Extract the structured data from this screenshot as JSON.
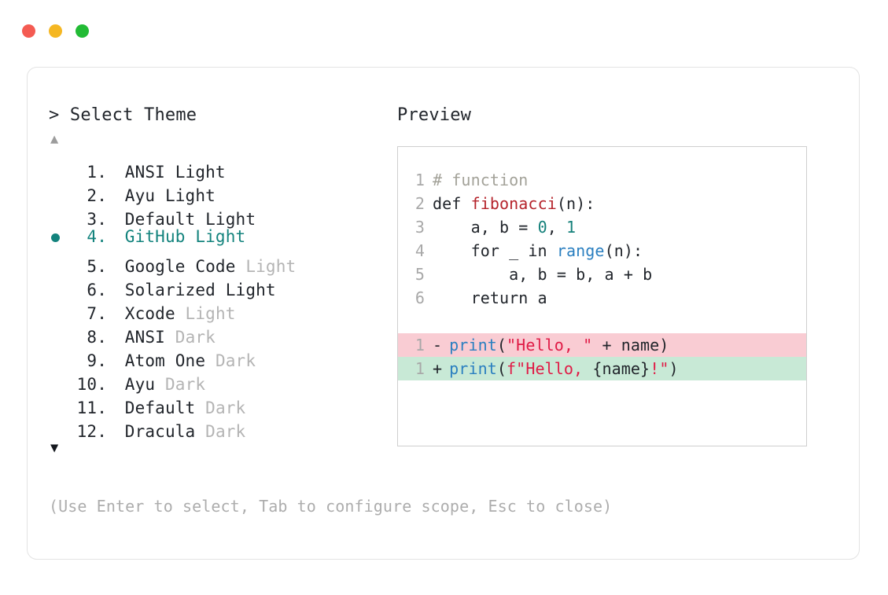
{
  "window": {
    "dots": [
      {
        "name": "close",
        "color": "#f45b52"
      },
      {
        "name": "minimize",
        "color": "#f5b722"
      },
      {
        "name": "maximize",
        "color": "#22bb35"
      }
    ]
  },
  "selector": {
    "prompt": "> Select Theme",
    "scroll_up": "▲",
    "scroll_down": "▼",
    "selected_index": 4,
    "bullet": "●",
    "items": [
      {
        "index": "1.",
        "name": "ANSI Light",
        "variant": "",
        "selected": false
      },
      {
        "index": "2.",
        "name": "Ayu Light",
        "variant": "",
        "selected": false
      },
      {
        "index": "3.",
        "name": "Default Light",
        "variant": "",
        "selected": false
      },
      {
        "index": "4.",
        "name": "GitHub Light",
        "variant": "",
        "selected": true
      },
      {
        "index": "5.",
        "name": "Google Code",
        "variant": " Light",
        "selected": false
      },
      {
        "index": "6.",
        "name": "Solarized Light",
        "variant": "",
        "selected": false
      },
      {
        "index": "7.",
        "name": "Xcode",
        "variant": " Light",
        "selected": false
      },
      {
        "index": "8.",
        "name": "ANSI",
        "variant": " Dark",
        "selected": false
      },
      {
        "index": "9.",
        "name": "Atom One",
        "variant": " Dark",
        "selected": false
      },
      {
        "index": "10.",
        "name": "Ayu",
        "variant": " Dark",
        "selected": false
      },
      {
        "index": "11.",
        "name": "Default",
        "variant": " Dark",
        "selected": false
      },
      {
        "index": "12.",
        "name": "Dracula",
        "variant": " Dark",
        "selected": false
      }
    ]
  },
  "preview": {
    "title": "Preview",
    "code_lines": [
      {
        "no": "1",
        "tokens": [
          {
            "t": "# function",
            "c": "comment"
          }
        ]
      },
      {
        "no": "2",
        "tokens": [
          {
            "t": "def ",
            "c": "kw"
          },
          {
            "t": "fibonacci",
            "c": "fn"
          },
          {
            "t": "(n):",
            "c": "punc"
          }
        ]
      },
      {
        "no": "3",
        "tokens": [
          {
            "t": "    a, b = ",
            "c": "plain"
          },
          {
            "t": "0",
            "c": "num"
          },
          {
            "t": ", ",
            "c": "plain"
          },
          {
            "t": "1",
            "c": "num"
          }
        ]
      },
      {
        "no": "4",
        "tokens": [
          {
            "t": "    for _ in ",
            "c": "plain"
          },
          {
            "t": "range",
            "c": "builtin"
          },
          {
            "t": "(n):",
            "c": "punc"
          }
        ]
      },
      {
        "no": "5",
        "tokens": [
          {
            "t": "        a, b = b, a + b",
            "c": "plain"
          }
        ]
      },
      {
        "no": "6",
        "tokens": [
          {
            "t": "    return a",
            "c": "plain"
          }
        ]
      }
    ],
    "diff_lines": [
      {
        "no": "1",
        "kind": "del",
        "sign": "-",
        "tokens": [
          {
            "t": "print",
            "c": "builtin"
          },
          {
            "t": "(",
            "c": "punc"
          },
          {
            "t": "\"Hello, \"",
            "c": "str"
          },
          {
            "t": " + name)",
            "c": "plain"
          }
        ]
      },
      {
        "no": "1",
        "kind": "add",
        "sign": "+",
        "tokens": [
          {
            "t": "print",
            "c": "builtin"
          },
          {
            "t": "(",
            "c": "punc"
          },
          {
            "t": "f\"Hello, ",
            "c": "str"
          },
          {
            "t": "{name}",
            "c": "plain"
          },
          {
            "t": "!\"",
            "c": "str"
          },
          {
            "t": ")",
            "c": "punc"
          }
        ]
      }
    ]
  },
  "footer": {
    "hint": "(Use Enter to select, Tab to configure scope, Esc to close)"
  },
  "colors": {
    "accent_selected": "#13837d",
    "text_primary": "#21252b",
    "text_dim": "#b4b4b4",
    "diff_removed_bg": "#f9ccd3",
    "diff_added_bg": "#c8e9d6"
  }
}
